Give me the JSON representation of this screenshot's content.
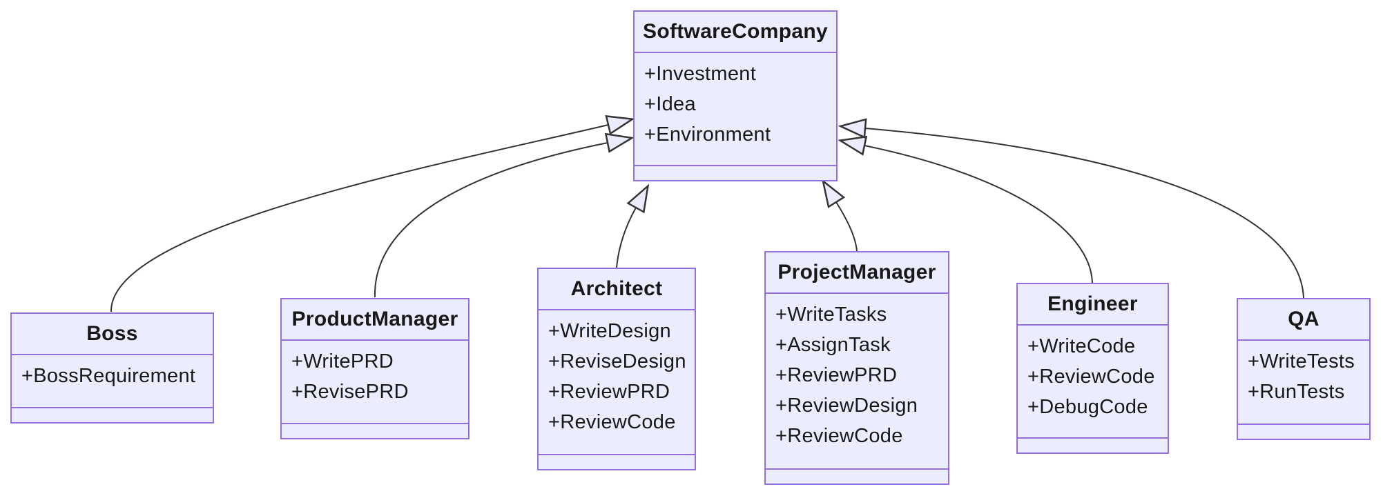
{
  "diagram": {
    "kind": "uml-class-diagram",
    "background_color": "#ffffff",
    "box_fill_color": "#ECECFF",
    "box_border_color": "#9370DB",
    "edge_color": "#333333",
    "text_color": "#181818"
  },
  "classes": [
    {
      "name": "SoftwareCompany",
      "members": [
        "+Investment",
        "+Idea",
        "+Environment"
      ]
    },
    {
      "name": "Boss",
      "members": [
        "+BossRequirement"
      ]
    },
    {
      "name": "ProductManager",
      "members": [
        "+WritePRD",
        "+RevisePRD"
      ]
    },
    {
      "name": "Architect",
      "members": [
        "+WriteDesign",
        "+ReviseDesign",
        "+ReviewPRD",
        "+ReviewCode"
      ]
    },
    {
      "name": "ProjectManager",
      "members": [
        "+WriteTasks",
        "+AssignTask",
        "+ReviewPRD",
        "+ReviewDesign",
        "+ReviewCode"
      ]
    },
    {
      "name": "Engineer",
      "members": [
        "+WriteCode",
        "+ReviewCode",
        "+DebugCode"
      ]
    },
    {
      "name": "QA",
      "members": [
        "+WriteTests",
        "+RunTests"
      ]
    }
  ],
  "relations": [
    {
      "from": "Boss",
      "to": "SoftwareCompany",
      "type": "inheritance"
    },
    {
      "from": "ProductManager",
      "to": "SoftwareCompany",
      "type": "inheritance"
    },
    {
      "from": "Architect",
      "to": "SoftwareCompany",
      "type": "inheritance"
    },
    {
      "from": "ProjectManager",
      "to": "SoftwareCompany",
      "type": "inheritance"
    },
    {
      "from": "Engineer",
      "to": "SoftwareCompany",
      "type": "inheritance"
    },
    {
      "from": "QA",
      "to": "SoftwareCompany",
      "type": "inheritance"
    }
  ]
}
